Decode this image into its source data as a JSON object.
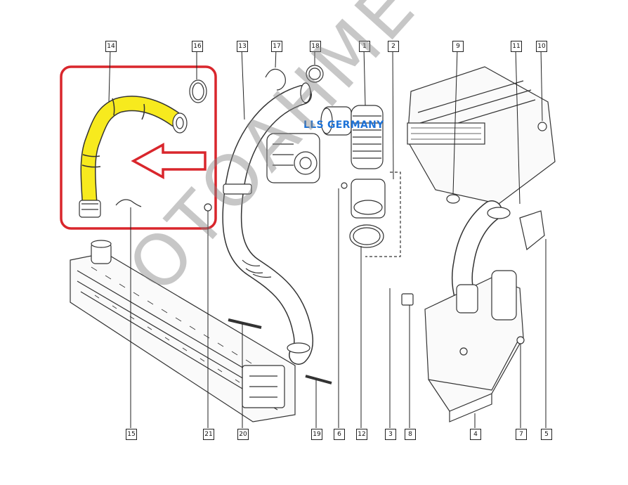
{
  "diagram": {
    "callouts": [
      {
        "id": "c14",
        "label": "14"
      },
      {
        "id": "c16",
        "label": "16"
      },
      {
        "id": "c13",
        "label": "13"
      },
      {
        "id": "c17",
        "label": "17"
      },
      {
        "id": "c18",
        "label": "18"
      },
      {
        "id": "c1",
        "label": "1"
      },
      {
        "id": "c2",
        "label": "2"
      },
      {
        "id": "c9",
        "label": "9"
      },
      {
        "id": "c11",
        "label": "11"
      },
      {
        "id": "c10",
        "label": "10"
      },
      {
        "id": "c15",
        "label": "15"
      },
      {
        "id": "c21",
        "label": "21"
      },
      {
        "id": "c20",
        "label": "20"
      },
      {
        "id": "c19",
        "label": "19"
      },
      {
        "id": "c6",
        "label": "6"
      },
      {
        "id": "c12",
        "label": "12"
      },
      {
        "id": "c3",
        "label": "3"
      },
      {
        "id": "c8",
        "label": "8"
      },
      {
        "id": "c4",
        "label": "4"
      },
      {
        "id": "c7",
        "label": "7"
      },
      {
        "id": "c5",
        "label": "5"
      }
    ],
    "brand_text": "LLS GERMANY",
    "watermark": "OTOAHMET",
    "colors": {
      "highlight_box": "#d9262c",
      "highlighted_part": "#f7ea1e",
      "arrow": "#d9262c",
      "brand": "#1e73d8",
      "line": "#222222"
    }
  }
}
